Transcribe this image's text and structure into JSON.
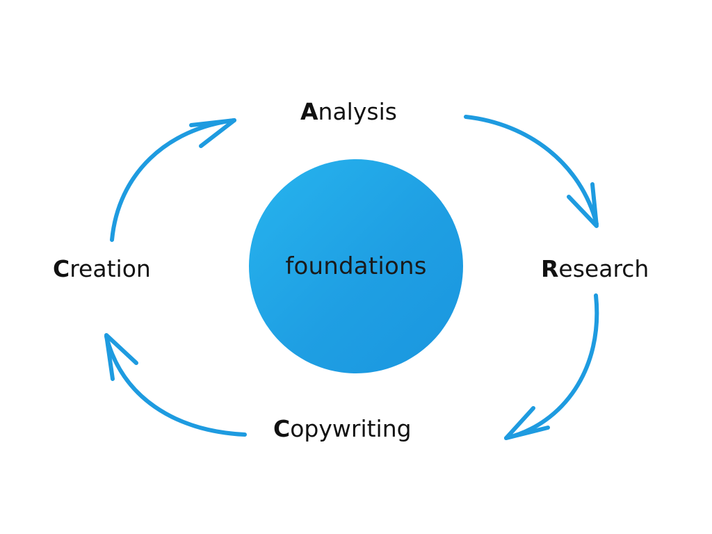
{
  "diagram": {
    "center": {
      "label": "foundations"
    },
    "stages": [
      {
        "id": "analysis",
        "initial": "A",
        "rest": "nalysis"
      },
      {
        "id": "research",
        "initial": "R",
        "rest": "esearch"
      },
      {
        "id": "copywriting",
        "initial": "C",
        "rest": "opywriting"
      },
      {
        "id": "creation",
        "initial": "C",
        "rest": "reation"
      }
    ],
    "cycle_order": [
      "analysis",
      "research",
      "copywriting",
      "creation"
    ],
    "arrow_color": "#1e9be0",
    "circle_color": "#21a6e8"
  }
}
